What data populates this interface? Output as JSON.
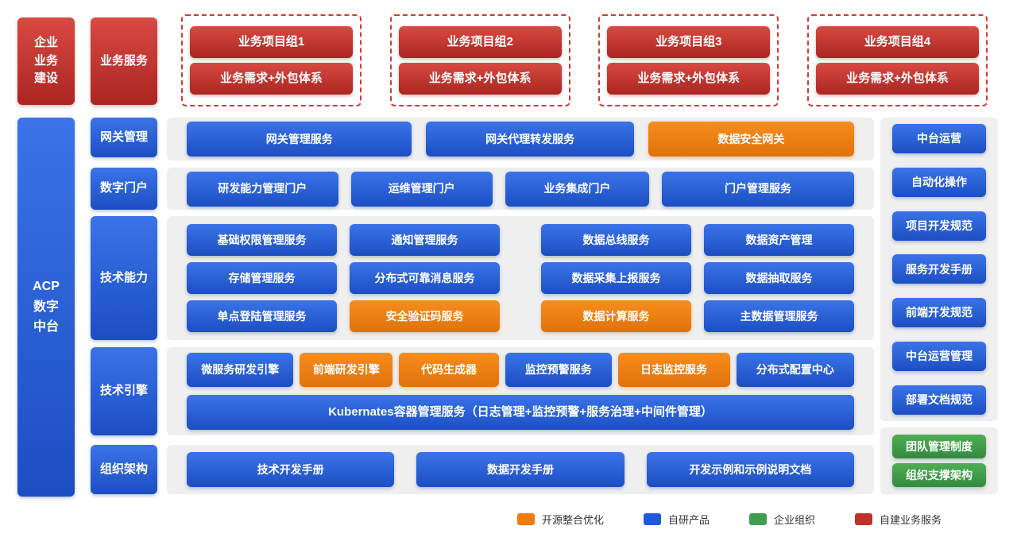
{
  "palette": {
    "red": "#c0302b",
    "blue": "#1f5bd8",
    "orange": "#ee7c10",
    "green": "#3f9e4d",
    "panel_gray": "#efefef"
  },
  "top": {
    "enterprise_block": "企业\n业务\n建设",
    "business_service_block": "业务服务",
    "groups": [
      {
        "title": "业务项目组1",
        "subtitle": "业务需求+外包体系"
      },
      {
        "title": "业务项目组2",
        "subtitle": "业务需求+外包体系"
      },
      {
        "title": "业务项目组3",
        "subtitle": "业务需求+外包体系"
      },
      {
        "title": "业务项目组4",
        "subtitle": "业务需求+外包体系"
      }
    ]
  },
  "acp_block": "ACP\n数字\n中台",
  "categories": {
    "gateway": "网关管理",
    "portal": "数字门户",
    "capability": "技术能力",
    "engine": "技术引擎",
    "org": "组织架构"
  },
  "gateway_row": [
    {
      "label": "网关管理服务",
      "type": "blue"
    },
    {
      "label": "网关代理转发服务",
      "type": "blue"
    },
    {
      "label": "数据安全网关",
      "type": "orange"
    }
  ],
  "portal_row": [
    {
      "label": "研发能力管理门户",
      "type": "blue"
    },
    {
      "label": "运维管理门户",
      "type": "blue"
    },
    {
      "label": "业务集成门户",
      "type": "blue"
    },
    {
      "label": "门户管理服务",
      "type": "blue"
    }
  ],
  "capability_rows": [
    [
      {
        "label": "基础权限管理服务",
        "type": "blue"
      },
      {
        "label": "通知管理服务",
        "type": "blue"
      },
      {
        "label": "数据总线服务",
        "type": "blue"
      },
      {
        "label": "数据资产管理",
        "type": "blue"
      }
    ],
    [
      {
        "label": "存储管理服务",
        "type": "blue"
      },
      {
        "label": "分布式可靠消息服务",
        "type": "blue"
      },
      {
        "label": "数据采集上报服务",
        "type": "blue"
      },
      {
        "label": "数据抽取服务",
        "type": "blue"
      }
    ],
    [
      {
        "label": "单点登陆管理服务",
        "type": "blue"
      },
      {
        "label": "安全验证码服务",
        "type": "orange"
      },
      {
        "label": "数据计算服务",
        "type": "orange"
      },
      {
        "label": "主数据管理服务",
        "type": "blue"
      }
    ]
  ],
  "engine_row": [
    {
      "label": "微服务研发引擎",
      "type": "blue"
    },
    {
      "label": "前端研发引擎",
      "type": "orange"
    },
    {
      "label": "代码生成器",
      "type": "orange"
    },
    {
      "label": "监控预警服务",
      "type": "blue"
    },
    {
      "label": "日志监控服务",
      "type": "orange"
    },
    {
      "label": "分布式配置中心",
      "type": "blue"
    }
  ],
  "engine_wide": {
    "label": "Kubernates容器管理服务（日志管理+监控预警+服务治理+中间件管理）",
    "type": "blue"
  },
  "org_row": [
    {
      "label": "技术开发手册",
      "type": "blue"
    },
    {
      "label": "数据开发手册",
      "type": "blue"
    },
    {
      "label": "开发示例和示例说明文档",
      "type": "blue"
    }
  ],
  "right_panel": [
    {
      "label": "中台运营"
    },
    {
      "label": "自动化操作"
    },
    {
      "label": "项目开发规范"
    },
    {
      "label": "服务开发手册"
    },
    {
      "label": "前端开发规范"
    },
    {
      "label": "中台运营管理"
    },
    {
      "label": "部署文档规范"
    }
  ],
  "right_org_panel": [
    {
      "label": "团队管理制度"
    },
    {
      "label": "组织支撑架构"
    }
  ],
  "legend": [
    {
      "label": "开源整合优化",
      "color": "#ee7c10"
    },
    {
      "label": "自研产品",
      "color": "#1f5bd8"
    },
    {
      "label": "企业组织",
      "color": "#3f9e4d"
    },
    {
      "label": "自建业务服务",
      "color": "#c0302b"
    }
  ]
}
